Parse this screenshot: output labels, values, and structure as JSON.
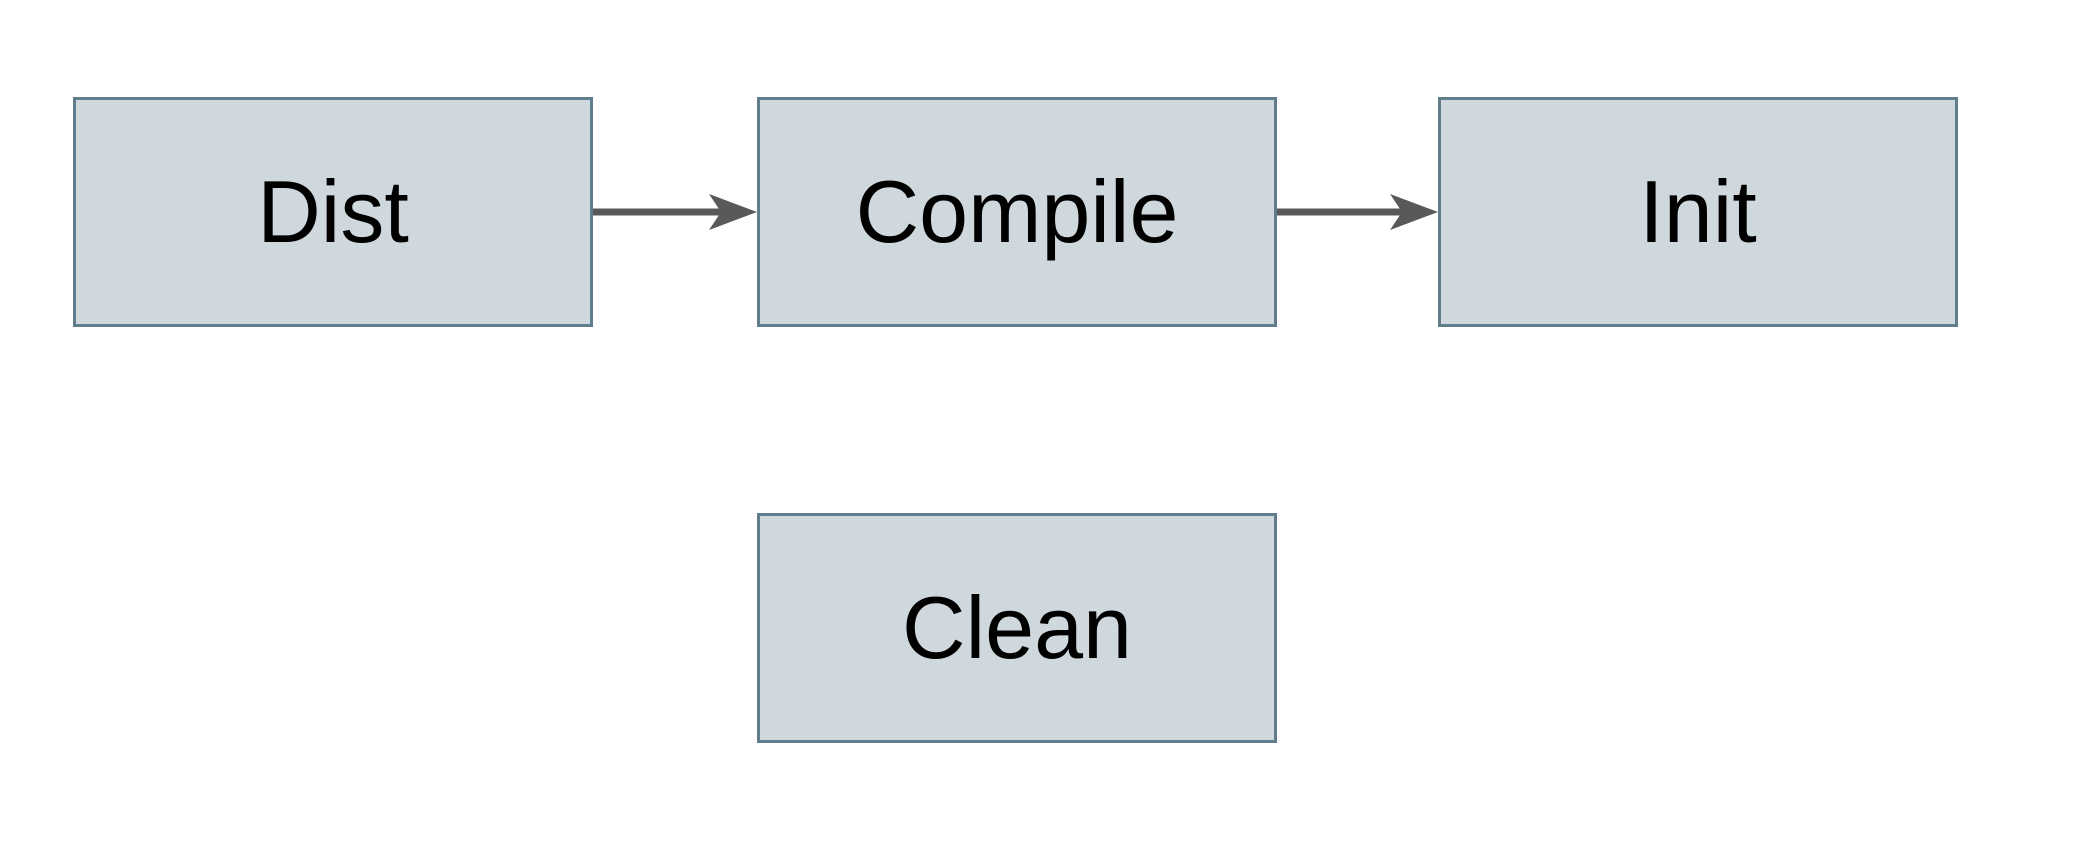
{
  "diagram": {
    "nodes": [
      {
        "id": "dist",
        "label": "Dist"
      },
      {
        "id": "compile",
        "label": "Compile"
      },
      {
        "id": "init",
        "label": "Init"
      },
      {
        "id": "clean",
        "label": "Clean"
      }
    ],
    "edges": [
      {
        "from": "dist",
        "to": "compile",
        "style": "arrow-right"
      },
      {
        "from": "compile",
        "to": "init",
        "style": "arrow-right"
      }
    ],
    "colors": {
      "background": "#ffffff",
      "node_fill": "#cfd8dc",
      "node_border": "#607d8b",
      "arrow": "#595959",
      "text": "#000000"
    }
  }
}
